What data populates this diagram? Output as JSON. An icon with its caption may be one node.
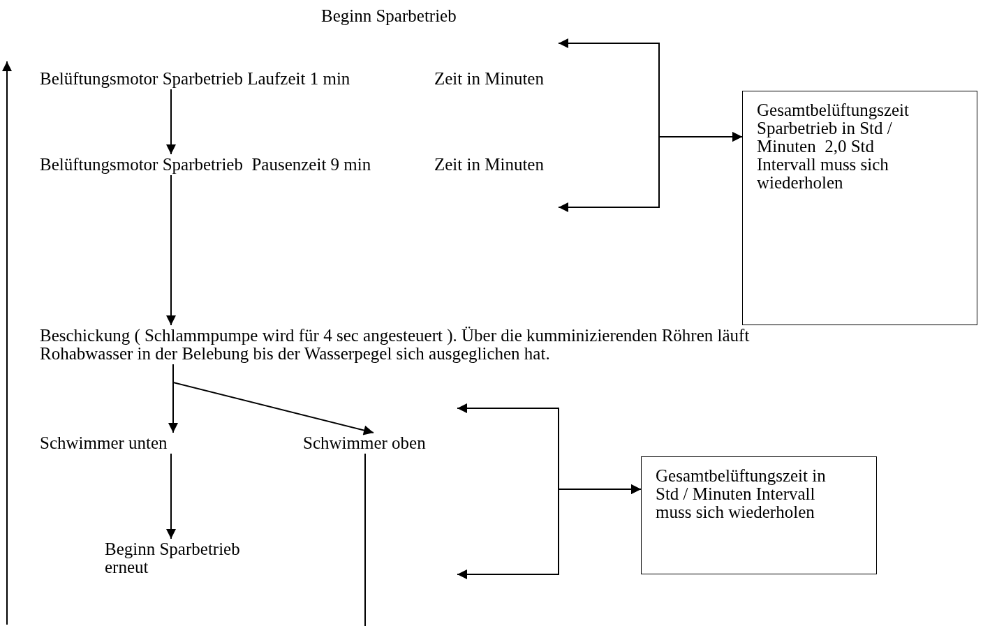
{
  "diagram": {
    "nodes": [
      {
        "text": [
          "Belüftungsmotor Sparbetrieb Laufzeit 1 min"
        ]
      },
      {
        "text": [
          "Gesamtbelüftungszeit Sparbetrieb in Std / Minuten  2,0 Std Intervall muss sich wiederholen"
        ]
      },
      {
        "text": [
          "Belüftungsmotor Sparbetrieb  Pausenzeit 9 min"
        ]
      },
      {
        "text": [
          "Beschickung ( Schlammpumpe wird für 4 sec angesteuert ). Über die kumminizierenden Röhren läuft Rohabwasser in der Belebung bis der Wasserpegel sich ausgeglichen hat."
        ]
      },
      {
        "text": [
          "Schwimmer unten"
        ]
      },
      {
        "text": [
          "Schwimmer oben"
        ]
      },
      {
        "text": [
          "Gesamtbelüftungszeit in Std / Minuten Intervall muss sich wiederholen"
        ]
      },
      {
        "text": [
          "Beginn Sparbetrieb erneut"
        ]
      }
    ],
    "edges": [
      {
        "from": 0,
        "to": 2,
        "arrow": "to"
      },
      {
        "from": 1,
        "to": null,
        "arrow": "both"
      },
      {
        "from": 1,
        "to": null,
        "arrow": "both"
      },
      {
        "from": 2,
        "to": 3,
        "arrow": "to"
      },
      {
        "from": 3,
        "to": 4,
        "arrow": "to"
      },
      {
        "from": 3,
        "to": 5,
        "arrow": "to"
      },
      {
        "from": 6,
        "to": null,
        "arrow": "both"
      },
      {
        "from": 6,
        "to": null,
        "arrow": "both"
      },
      {
        "from": 4,
        "to": 7,
        "arrow": "to"
      },
      {
        "from": 5,
        "to": null,
        "arrow": "none"
      }
    ],
    "labels": [
      "Beginn Sparbetrieb",
      "Zeit in Minuten",
      "Zeit in Minuten"
    ]
  }
}
